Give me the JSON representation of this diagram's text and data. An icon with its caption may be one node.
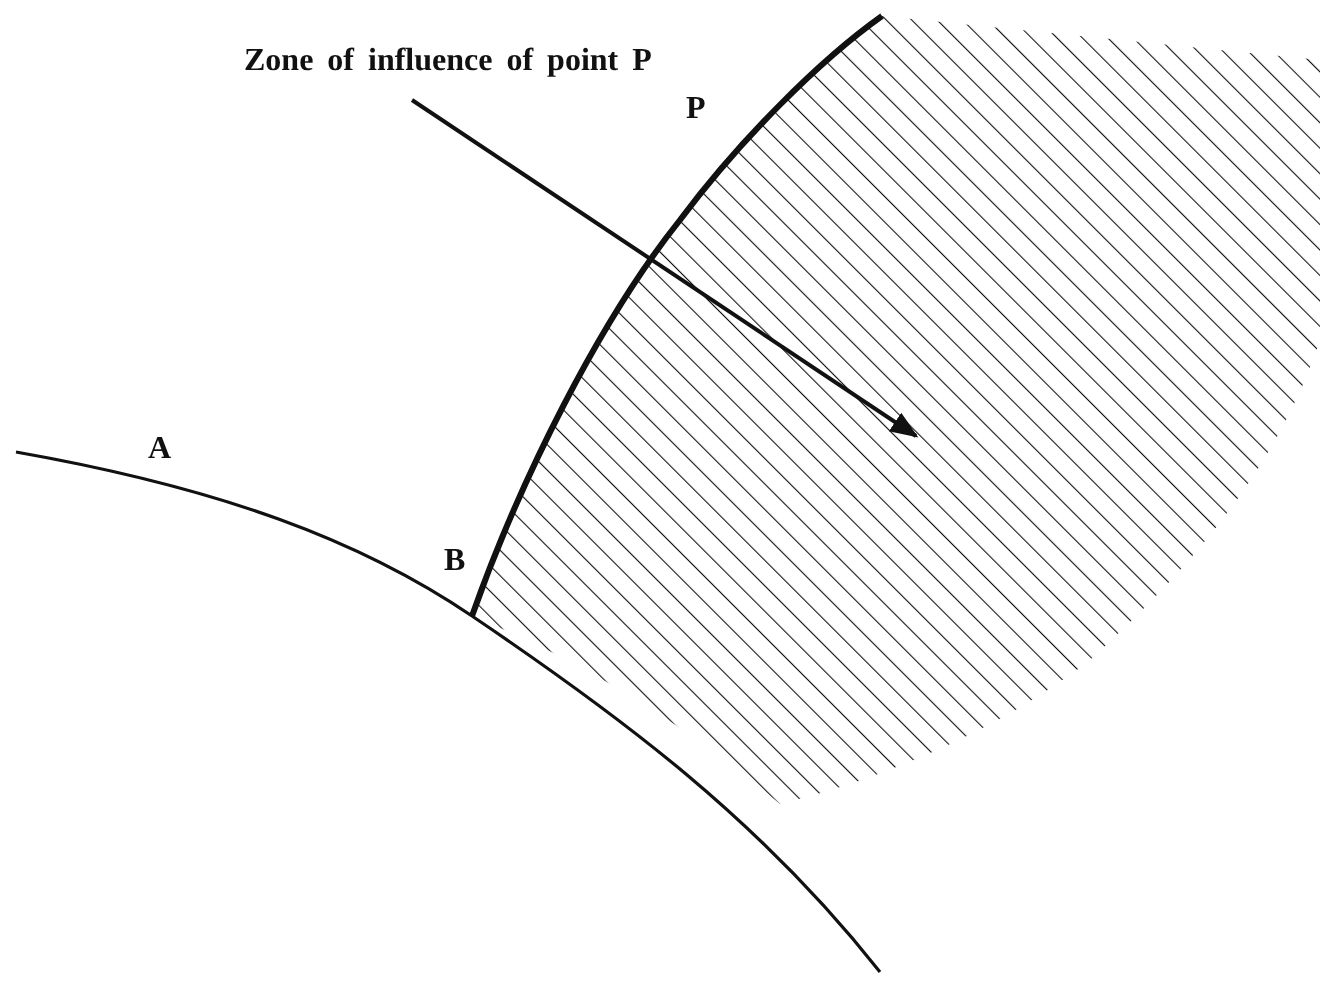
{
  "diagram": {
    "nodes": [
      {
        "text": [
          "Zone of influence of point P"
        ]
      },
      {
        "text": [],
        "shape": "box"
      }
    ],
    "edges": [
      {
        "from": 0,
        "to": 1,
        "arrow": "to"
      }
    ],
    "labels": [
      "P",
      "A",
      "B"
    ]
  }
}
